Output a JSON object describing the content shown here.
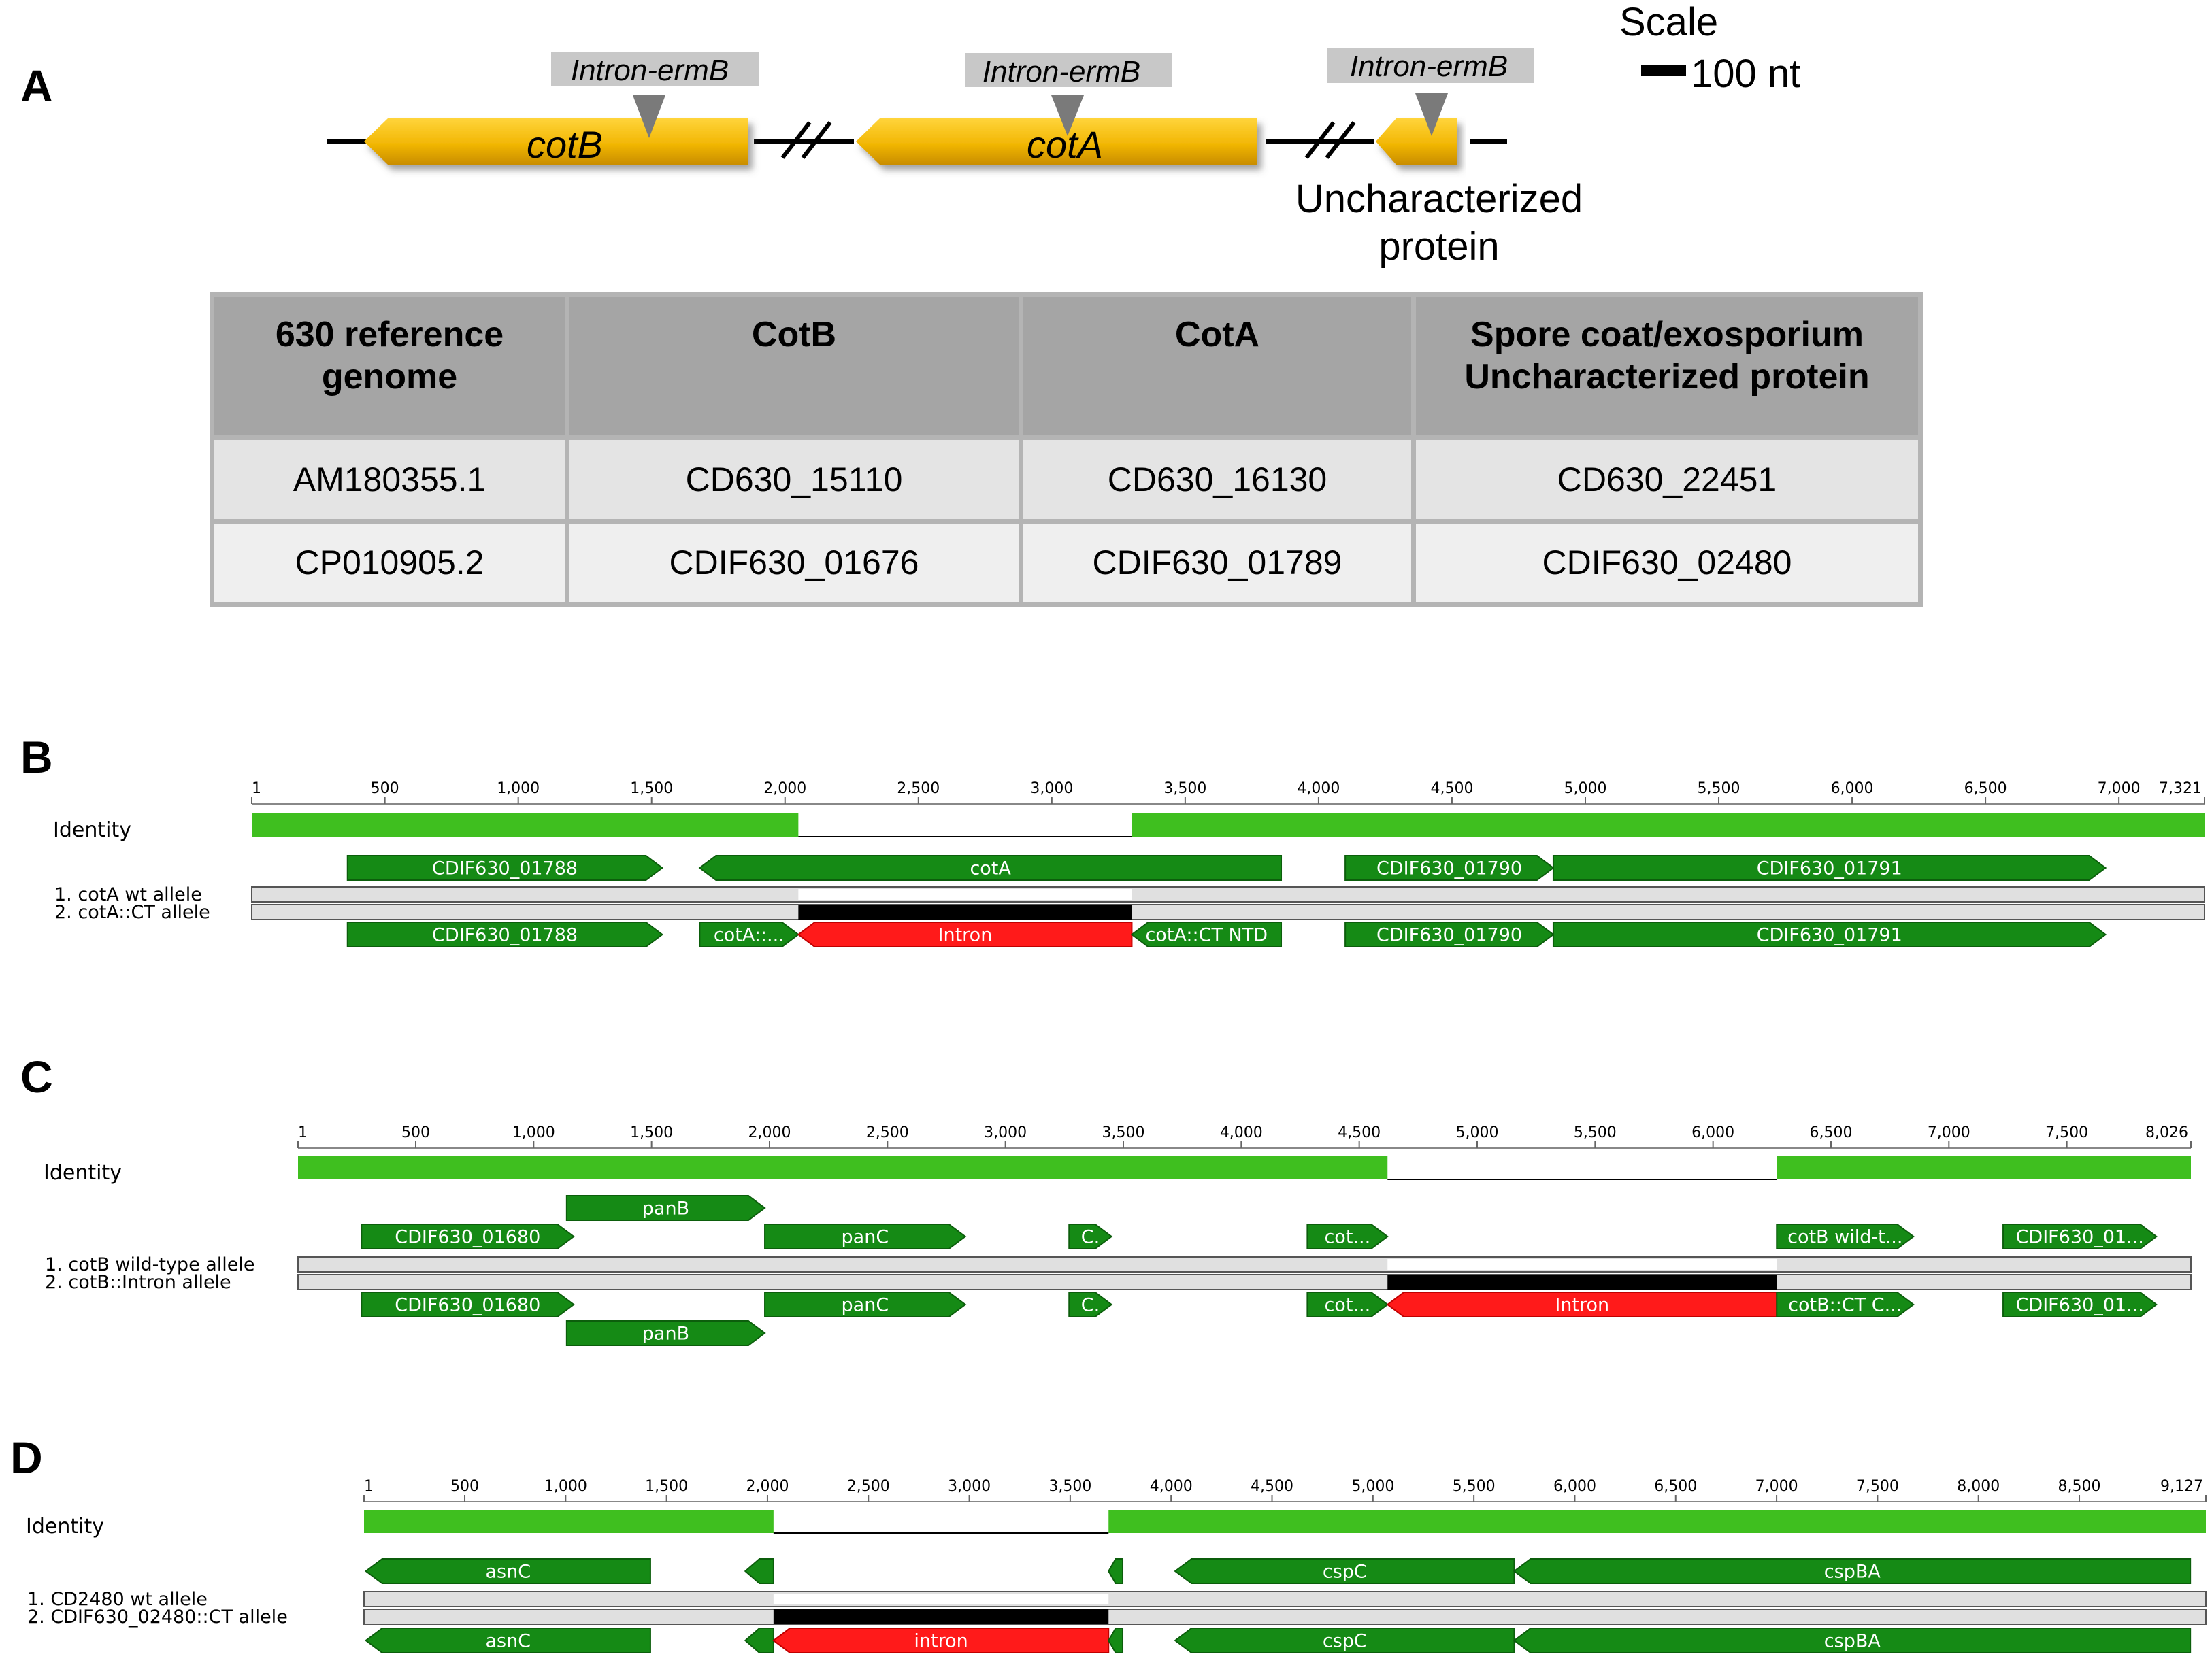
{
  "panel_a": {
    "letter": "A",
    "genes": [
      {
        "name": "cotB",
        "insert_label": "Intron-ermB"
      },
      {
        "name": "cotA",
        "insert_label": "Intron-ermB"
      },
      {
        "name": "",
        "insert_label": "Intron-ermB",
        "caption_line1": "Uncharacterized",
        "caption_line2": "protein"
      }
    ],
    "scale_title": "Scale",
    "scale_label": "100 nt",
    "gene_color": "#f2b705",
    "table": {
      "headers": [
        "630 reference genome",
        "CotB",
        "CotA",
        "Spore coat/exosporium Uncharacterized protein"
      ],
      "header_lines": [
        [
          "630 reference",
          "genome"
        ],
        [
          "CotB"
        ],
        [
          "CotA"
        ],
        [
          "Spore coat/exosporium",
          "Uncharacterized protein"
        ]
      ],
      "rows": [
        [
          "AM180355.1",
          "CD630_15110",
          "CD630_16130",
          "CD630_22451"
        ],
        [
          "CP010905.2",
          "CDIF630_01676",
          "CDIF630_01789",
          "CDIF630_02480"
        ]
      ]
    }
  },
  "panel_b": {
    "letter": "B",
    "length": 7321,
    "ticks": [
      1,
      500,
      1000,
      1500,
      2000,
      2500,
      3000,
      3500,
      4000,
      4500,
      5000,
      5500,
      6000,
      6500,
      7000,
      7321
    ],
    "tick_labels": [
      "1",
      "500",
      "1,000",
      "1,500",
      "2,000",
      "2,500",
      "3,000",
      "3,500",
      "4,000",
      "4,500",
      "5,000",
      "5,500",
      "6,000",
      "6,500",
      "7,000",
      "7,321"
    ],
    "identity_label": "Identity",
    "gap": [
      2050,
      3300
    ],
    "seq1_label": "1. cotA wt allele",
    "seq2_label": "2. cotA::CT allele",
    "top_features": [
      {
        "label": "CDIF630_01788",
        "start": 360,
        "end": 1540,
        "dir": "right",
        "type": "gene"
      },
      {
        "label": "cotA",
        "start": 1680,
        "end": 3860,
        "dir": "left",
        "type": "gene"
      },
      {
        "label": "CDIF630_01790",
        "start": 4100,
        "end": 4880,
        "dir": "right",
        "type": "gene"
      },
      {
        "label": "CDIF630_01791",
        "start": 4880,
        "end": 6950,
        "dir": "right",
        "type": "gene"
      }
    ],
    "bottom_features": [
      {
        "label": "CDIF630_01788",
        "start": 360,
        "end": 1540,
        "dir": "right",
        "type": "gene"
      },
      {
        "label": "cotA::...",
        "start": 1680,
        "end": 2050,
        "dir": "right",
        "type": "gene"
      },
      {
        "label": "Intron",
        "start": 2050,
        "end": 3300,
        "dir": "left",
        "type": "intron"
      },
      {
        "label": "cotA::CT NTD",
        "start": 3300,
        "end": 3860,
        "dir": "left",
        "type": "gene"
      },
      {
        "label": "CDIF630_01790",
        "start": 4100,
        "end": 4880,
        "dir": "right",
        "type": "gene"
      },
      {
        "label": "CDIF630_01791",
        "start": 4880,
        "end": 6950,
        "dir": "right",
        "type": "gene"
      }
    ]
  },
  "panel_c": {
    "letter": "C",
    "length": 8026,
    "ticks": [
      1,
      500,
      1000,
      1500,
      2000,
      2500,
      3000,
      3500,
      4000,
      4500,
      5000,
      5500,
      6000,
      6500,
      7000,
      7500,
      8026
    ],
    "tick_labels": [
      "1",
      "500",
      "1,000",
      "1,500",
      "2,000",
      "2,500",
      "3,000",
      "3,500",
      "4,000",
      "4,500",
      "5,000",
      "5,500",
      "6,000",
      "6,500",
      "7,000",
      "7,500",
      "8,026"
    ],
    "identity_label": "Identity",
    "gap": [
      4620,
      6270
    ],
    "seq1_label": "1. cotB wild-type allele",
    "seq2_label": "2. cotB::Intron allele",
    "top_row2_features": [
      {
        "label": "panB",
        "start": 1140,
        "end": 1980,
        "dir": "right",
        "type": "gene"
      }
    ],
    "top_features": [
      {
        "label": "CDIF630_01680",
        "start": 270,
        "end": 1170,
        "dir": "right",
        "type": "gene"
      },
      {
        "label": "panC",
        "start": 1980,
        "end": 2830,
        "dir": "right",
        "type": "gene"
      },
      {
        "label": "C.",
        "start": 3270,
        "end": 3450,
        "dir": "right",
        "type": "gene"
      },
      {
        "label": "cot...",
        "start": 4280,
        "end": 4620,
        "dir": "right",
        "type": "gene"
      },
      {
        "label": "cotB wild-t...",
        "start": 6270,
        "end": 6850,
        "dir": "right",
        "type": "gene"
      },
      {
        "label": "CDIF630_01...",
        "start": 7230,
        "end": 7880,
        "dir": "right",
        "type": "gene"
      }
    ],
    "bottom_features": [
      {
        "label": "CDIF630_01680",
        "start": 270,
        "end": 1170,
        "dir": "right",
        "type": "gene"
      },
      {
        "label": "panC",
        "start": 1980,
        "end": 2830,
        "dir": "right",
        "type": "gene"
      },
      {
        "label": "C.",
        "start": 3270,
        "end": 3450,
        "dir": "right",
        "type": "gene"
      },
      {
        "label": "cot...",
        "start": 4280,
        "end": 4620,
        "dir": "right",
        "type": "gene"
      },
      {
        "label": "Intron",
        "start": 4620,
        "end": 6270,
        "dir": "left",
        "type": "intron"
      },
      {
        "label": "cotB::CT C...",
        "start": 6270,
        "end": 6850,
        "dir": "right",
        "type": "gene"
      },
      {
        "label": "CDIF630_01...",
        "start": 7230,
        "end": 7880,
        "dir": "right",
        "type": "gene"
      }
    ],
    "bottom_row2_features": [
      {
        "label": "panB",
        "start": 1140,
        "end": 1980,
        "dir": "right",
        "type": "gene"
      }
    ]
  },
  "panel_d": {
    "letter": "D",
    "length": 9127,
    "ticks": [
      1,
      500,
      1000,
      1500,
      2000,
      2500,
      3000,
      3500,
      4000,
      4500,
      5000,
      5500,
      6000,
      6500,
      7000,
      7500,
      8000,
      8500,
      9127
    ],
    "tick_labels": [
      "1",
      "500",
      "1,000",
      "1,500",
      "2,000",
      "2,500",
      "3,000",
      "3,500",
      "4,000",
      "4,500",
      "5,000",
      "5,500",
      "6,000",
      "6,500",
      "7,000",
      "7,500",
      "8,000",
      "8,500",
      "9,127"
    ],
    "identity_label": "Identity",
    "gap": [
      2030,
      3690
    ],
    "seq1_label": "1. CD2480 wt allele",
    "seq2_label": "2. CDIF630_02480::CT allele",
    "top_features": [
      {
        "label": "asnC",
        "start": 10,
        "end": 1420,
        "dir": "left",
        "type": "gene"
      },
      {
        "label": "",
        "start": 1890,
        "end": 2030,
        "dir": "left",
        "type": "gene"
      },
      {
        "label": "",
        "start": 3690,
        "end": 3760,
        "dir": "left",
        "type": "gene"
      },
      {
        "label": "cspC",
        "start": 4020,
        "end": 5700,
        "dir": "left",
        "type": "gene"
      },
      {
        "label": "cspBA",
        "start": 5700,
        "end": 9050,
        "dir": "left",
        "type": "gene"
      }
    ],
    "bottom_features": [
      {
        "label": "asnC",
        "start": 10,
        "end": 1420,
        "dir": "left",
        "type": "gene"
      },
      {
        "label": "",
        "start": 1890,
        "end": 2030,
        "dir": "left",
        "type": "gene"
      },
      {
        "label": "intron",
        "start": 2030,
        "end": 3690,
        "dir": "left",
        "type": "intron"
      },
      {
        "label": "",
        "start": 3690,
        "end": 3760,
        "dir": "left",
        "type": "gene"
      },
      {
        "label": "cspC",
        "start": 4020,
        "end": 5700,
        "dir": "left",
        "type": "gene"
      },
      {
        "label": "cspBA",
        "start": 5700,
        "end": 9050,
        "dir": "left",
        "type": "gene"
      }
    ]
  },
  "colors": {
    "gene_green": "#158a15",
    "identity_green": "#3fbf1f",
    "intron_red": "#ff1a1a",
    "seq_grey": "#e0e0e0",
    "gap_black": "#000000"
  }
}
